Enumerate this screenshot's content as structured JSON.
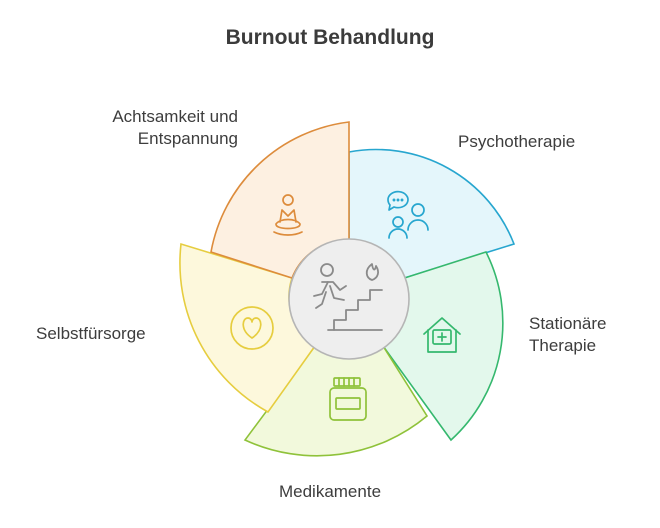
{
  "title": "Burnout Behandlung",
  "segments": [
    {
      "id": "psychotherapie",
      "label": "Psychotherapie",
      "fill": "#e4f6fb",
      "stroke": "#27a6cf",
      "icon": "people-chat-icon"
    },
    {
      "id": "stationaere-therapie",
      "label": "Stationäre\nTherapie",
      "fill": "#e3f8ec",
      "stroke": "#35b86e",
      "icon": "hospital-icon"
    },
    {
      "id": "medikamente",
      "label": "Medikamente",
      "fill": "#f2f9dc",
      "stroke": "#8fc23a",
      "icon": "medicine-jar-icon"
    },
    {
      "id": "selbstfuersorge",
      "label": "Selbstfürsorge",
      "fill": "#fdf8dc",
      "stroke": "#e6cd3f",
      "icon": "heart-icon"
    },
    {
      "id": "achtsamkeit",
      "label": "Achtsamkeit und\nEntspannung",
      "fill": "#fdf0e1",
      "stroke": "#dd8c3c",
      "icon": "meditation-icon"
    }
  ],
  "center": {
    "fill": "#eeeeee",
    "stroke": "#b5b5b5",
    "icon": "climbing-stairs-icon"
  }
}
